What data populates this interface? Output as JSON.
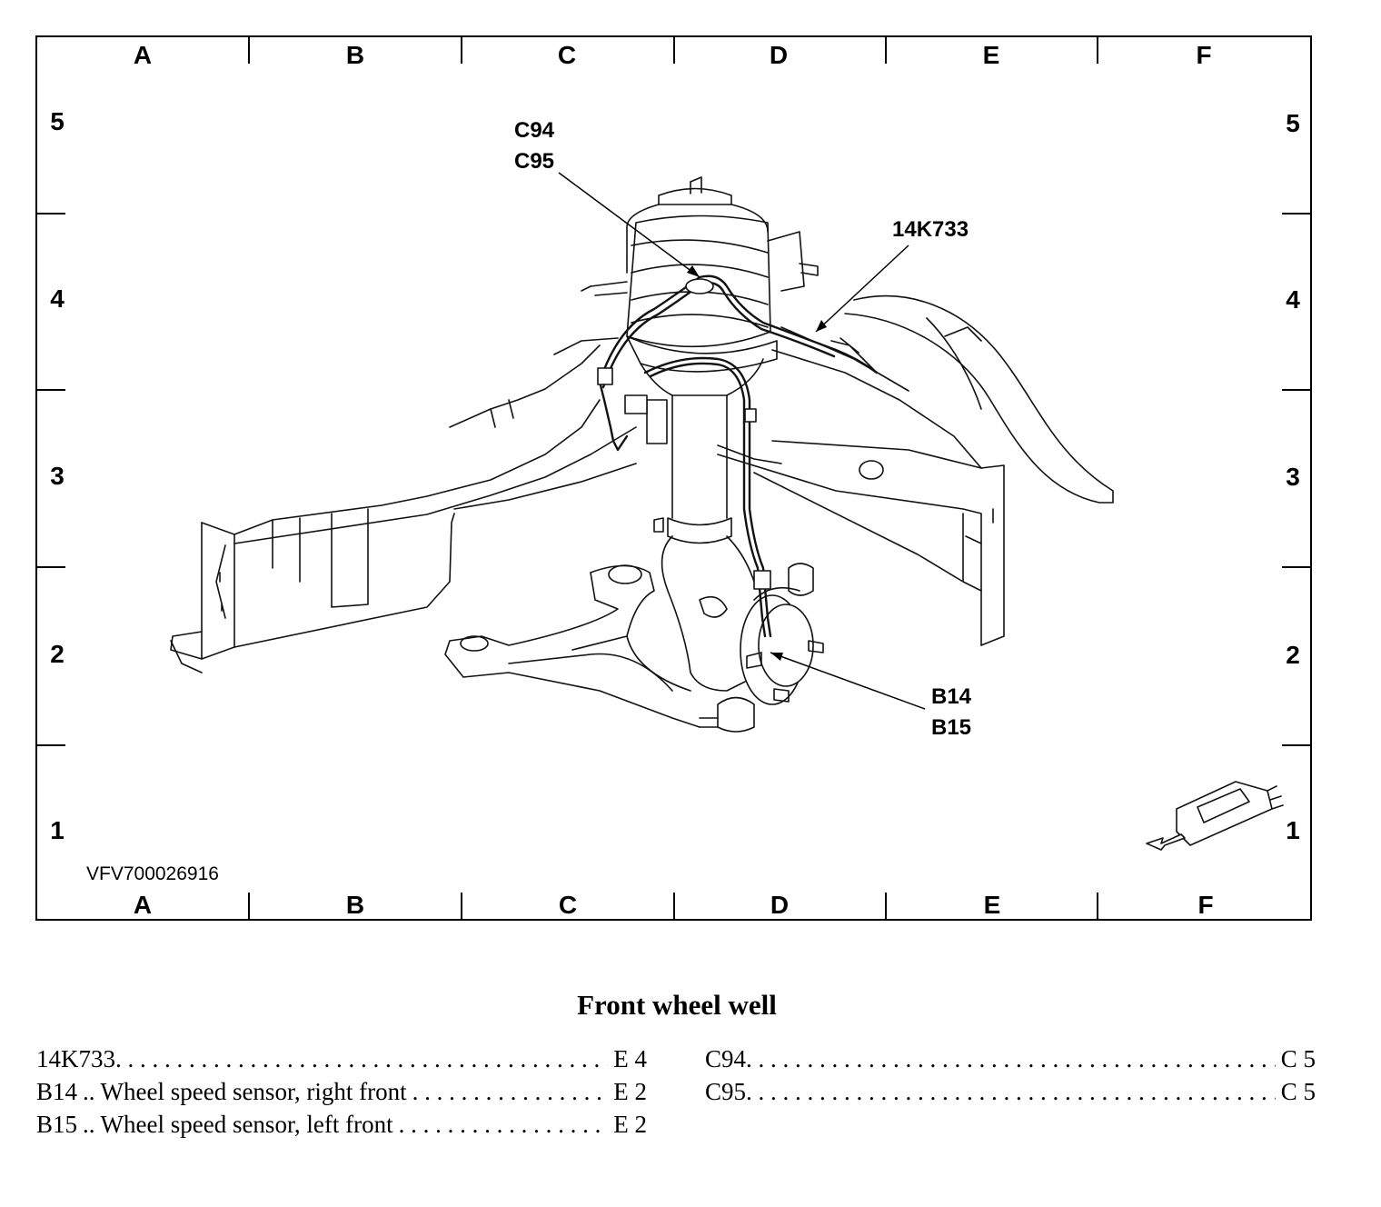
{
  "figure_id": "VFV700026916",
  "grid": {
    "columns": [
      "A",
      "B",
      "C",
      "D",
      "E",
      "F"
    ],
    "rows": [
      "5",
      "4",
      "3",
      "2",
      "1"
    ]
  },
  "callouts": {
    "c94": "C94",
    "c95": "C95",
    "harness": "14K733",
    "b14": "B14",
    "b15": "B15"
  },
  "caption": "Front wheel well",
  "legend": {
    "left": [
      {
        "id": "14K733",
        "separator": "",
        "description": "",
        "location": "E 4"
      },
      {
        "id": "B14",
        "separator": "..",
        "description": "Wheel speed sensor, right front",
        "location": "E 2"
      },
      {
        "id": "B15",
        "separator": "..",
        "description": "Wheel speed sensor, left front",
        "location": "E 2"
      }
    ],
    "right": [
      {
        "id": "C94",
        "separator": "",
        "description": "",
        "location": "C 5"
      },
      {
        "id": "C95",
        "separator": "",
        "description": "",
        "location": "C 5"
      }
    ]
  }
}
